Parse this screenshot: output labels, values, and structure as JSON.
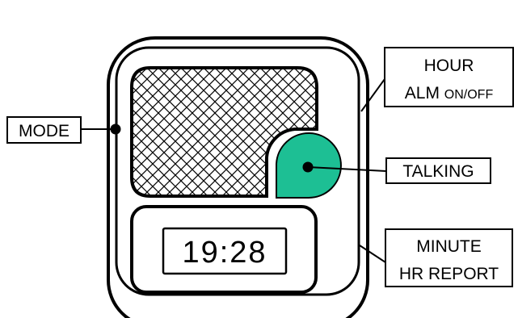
{
  "labels": {
    "mode": "MODE",
    "hour_line1": "HOUR",
    "hour_line2_main": "ALM ",
    "hour_line2_small": "ON/OFF",
    "talking": "TALKING",
    "minute_line1": "MINUTE",
    "minute_line2": "HR REPORT"
  },
  "display": {
    "time": "19:28"
  },
  "colors": {
    "talking_button": "#1dbf94",
    "outline": "#000000",
    "background": "#ffffff"
  }
}
